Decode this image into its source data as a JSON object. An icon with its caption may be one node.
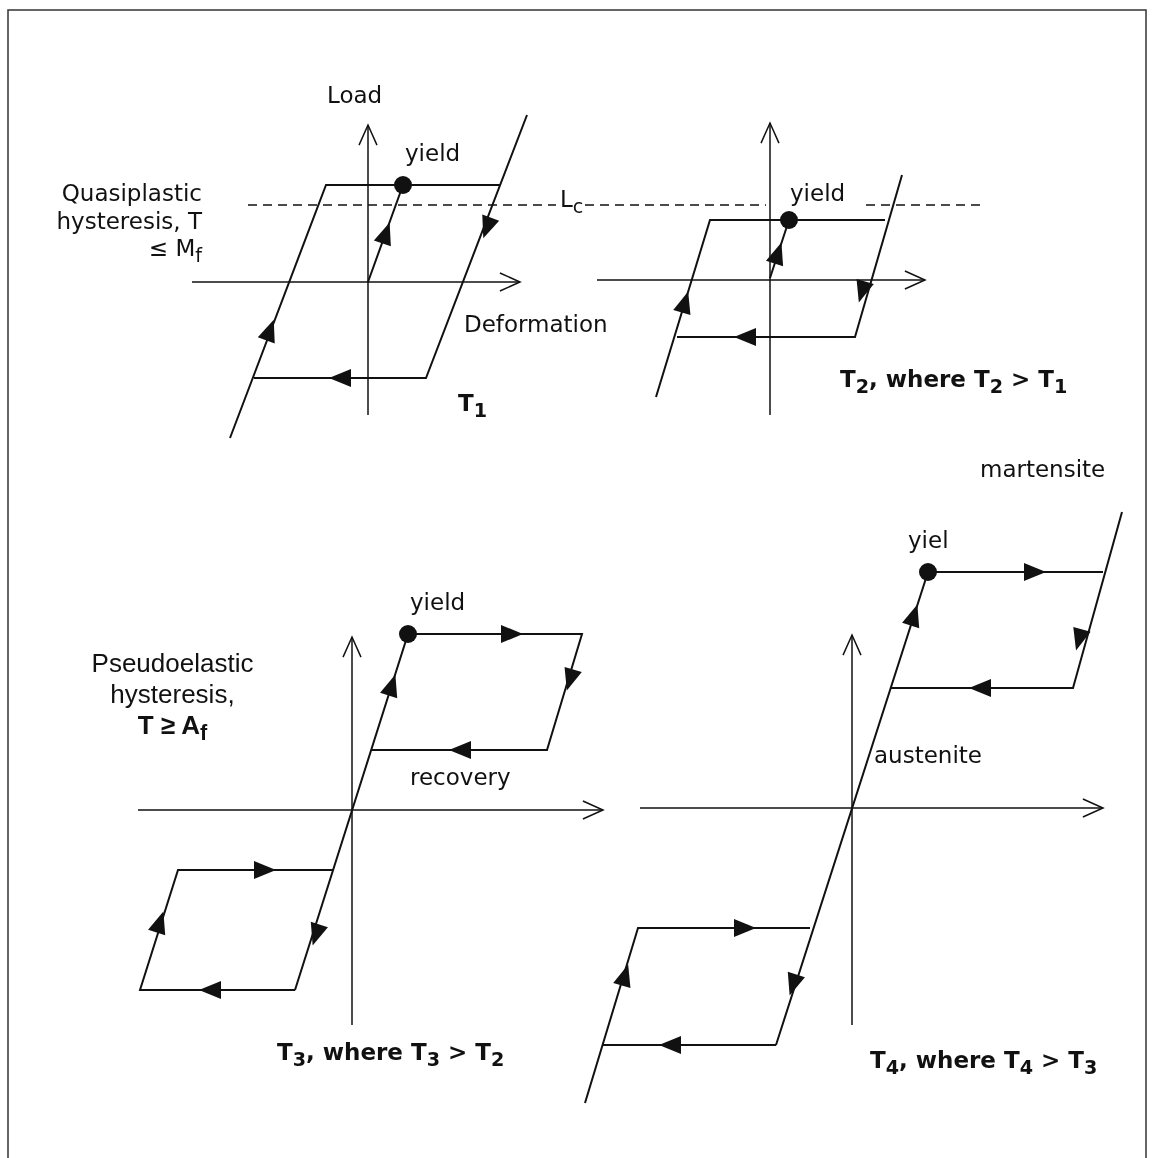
{
  "diagram": {
    "labels": [
      "Load",
      "yield",
      "Quasiplastic hysteresis, T ≤ M$_{f}$",
      "L$_{c}$",
      "yield",
      "Deformation",
      "T$_{2}$, where T$_{2}$ > T$_{1}$",
      "T$_{1}$",
      "martensite",
      "yiel",
      "yield",
      "Pseudoelastic hysteresis, **T ≥ A$_{f}$**",
      "austenite",
      "recovery",
      "T$_{3}$, where T$_{3}$ > T$_{2}$",
      "T$_{4}$, where T$_{4}$ > T$_{3}$"
    ]
  }
}
